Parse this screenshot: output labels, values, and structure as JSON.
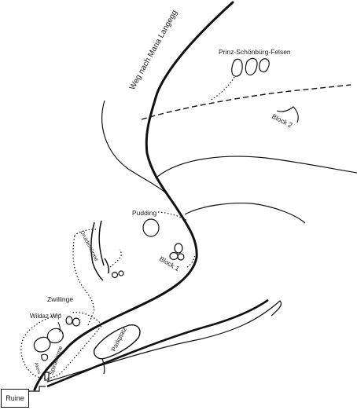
{
  "map": {
    "labels": {
      "road": "Weg nach Maria Langegg",
      "prinz": "Prinz-Schönbürg-Felsen",
      "block2": "Block 2",
      "pudding": "Pudding",
      "block1": "Block 1",
      "druidentuerme": "Druidentürme",
      "zwillinge": "Zwillinge",
      "wildaz": "Wildaz Wip",
      "spiraltuerme": "Spiraltürme",
      "parkplatz": "Parkplatz",
      "akers": "Akers",
      "ruine": "Ruine"
    },
    "colors": {
      "ink": "#111111",
      "background": "#ffffff"
    }
  }
}
